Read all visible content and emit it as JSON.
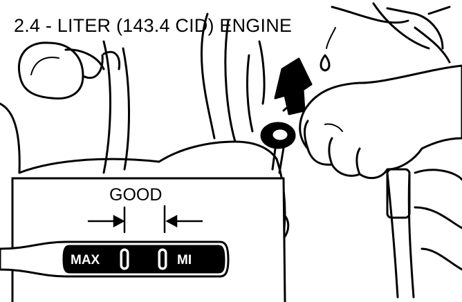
{
  "title": "2.4 - LITER (143.4 CID) ENGINE",
  "dipstick": {
    "good_label": "GOOD",
    "max_label": "MAX",
    "min_label": "MI"
  },
  "colors": {
    "ink": "#000000",
    "paper": "#ffffff"
  },
  "icons": [
    "arrow-up-icon",
    "arrow-right-icon",
    "arrow-left-icon"
  ]
}
